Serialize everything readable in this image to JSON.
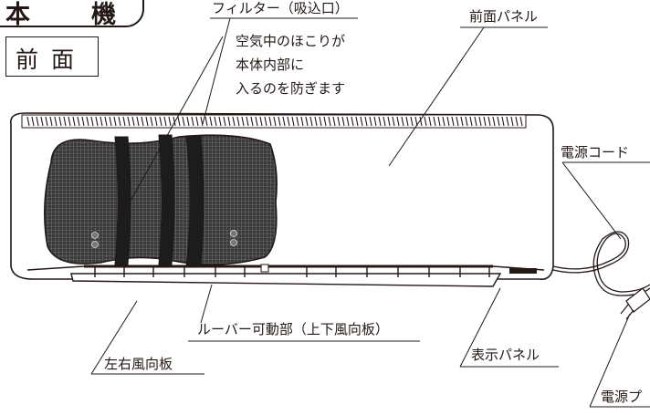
{
  "heading": {
    "main": "本　機",
    "section": "前面"
  },
  "labels": {
    "filter": "フィルター（吸込口）",
    "filter_desc": [
      "空気中のほこりが",
      "本体内部に",
      "入るのを防ぎます"
    ],
    "front_panel": "前面パネル",
    "power_cord": "電源コード",
    "louver": "ルーバー可動部（上下風向板）",
    "lr_vane": "左右風向板",
    "display_panel": "表示パネル",
    "power_plug": "電源プ"
  },
  "colors": {
    "ink": "#231815",
    "filter_fill": "#3a3a3a"
  }
}
